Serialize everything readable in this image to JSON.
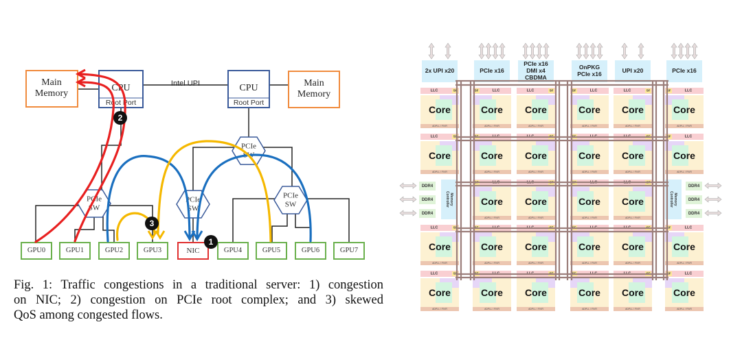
{
  "left_diagram": {
    "main_memory_left": "Main\nMemory",
    "main_memory_right": "Main\nMemory",
    "cpu_left": "CPU",
    "cpu_right": "CPU",
    "root_port_left": "Root Port",
    "root_port_right": "Root Port",
    "link_label": "Intel UPI",
    "pcie_switch": "PCIe\nSW",
    "gpus": [
      "GPU0",
      "GPU1",
      "GPU2",
      "GPU3",
      "GPU4",
      "GPU5",
      "GPU6",
      "GPU7"
    ],
    "nic": "NIC",
    "markers": [
      "1",
      "2",
      "3"
    ],
    "colors": {
      "memory": "#f08a3c",
      "cpu": "#3a5a9a",
      "gpu": "#6ab04c",
      "nic": "#e03030",
      "red_flow": "#e82020",
      "blue_flow": "#1a6fbf",
      "yellow_flow": "#f5b800"
    }
  },
  "caption": {
    "lines": [
      "Fig. 1: Traffic congestions in a traditional server: 1) congestion",
      "on NIC; 2) congestion on PCIe root complex; and 3) skewed",
      "QoS among congested flows."
    ]
  },
  "right_diagram": {
    "io_blocks": [
      "2x UPI x20",
      "PCIe x16",
      "PCIe x16\nDMI x4\nCBDMA",
      "OnPKG\nPCIe x16",
      "UPI x20",
      "PCIe x16"
    ],
    "io_arrow_counts": [
      2,
      4,
      4,
      4,
      2,
      4
    ],
    "tile_core": "Core",
    "tile_llc": "LLC",
    "tile_sf": "SF",
    "tile_bottom": "ADPLL / FIVR",
    "memory_controller": "Memory\nController",
    "ddr": "DDR4",
    "colors": {
      "io": "#d6f0fb",
      "llc": "#f9cfd2",
      "sf": "#fde89a",
      "core": "#fdf1d2",
      "purple": "#e6d6f7",
      "green": "#d2f5df",
      "fivr": "#ecc6b0",
      "mesh": "#9b7e7a",
      "ddr": "#dff3d8"
    }
  }
}
